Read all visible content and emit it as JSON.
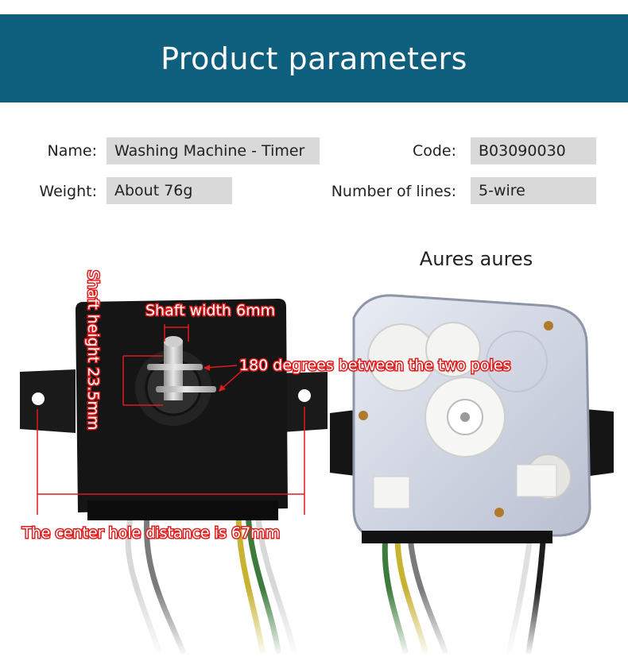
{
  "header": {
    "title": "Product parameters"
  },
  "params": {
    "name_label": "Name:",
    "name_value": "Washing Machine - Timer",
    "code_label": "Code:",
    "code_value": "B03090030",
    "weight_label": "Weight:",
    "weight_value": "About 76g",
    "lines_label": "Number of lines:",
    "lines_value": "5-wire"
  },
  "right_caption": "Aures aures",
  "annotations": {
    "shaft_width": "Shaft width 6mm",
    "poles": "180 degrees between the two poles",
    "shaft_height": "Shaft height 23.5mm",
    "hole_distance": "The center hole distance is 67mm"
  },
  "colors": {
    "banner": "#0f5f7e",
    "field": "#d9d9d9",
    "annotation": "#e01b1b"
  }
}
